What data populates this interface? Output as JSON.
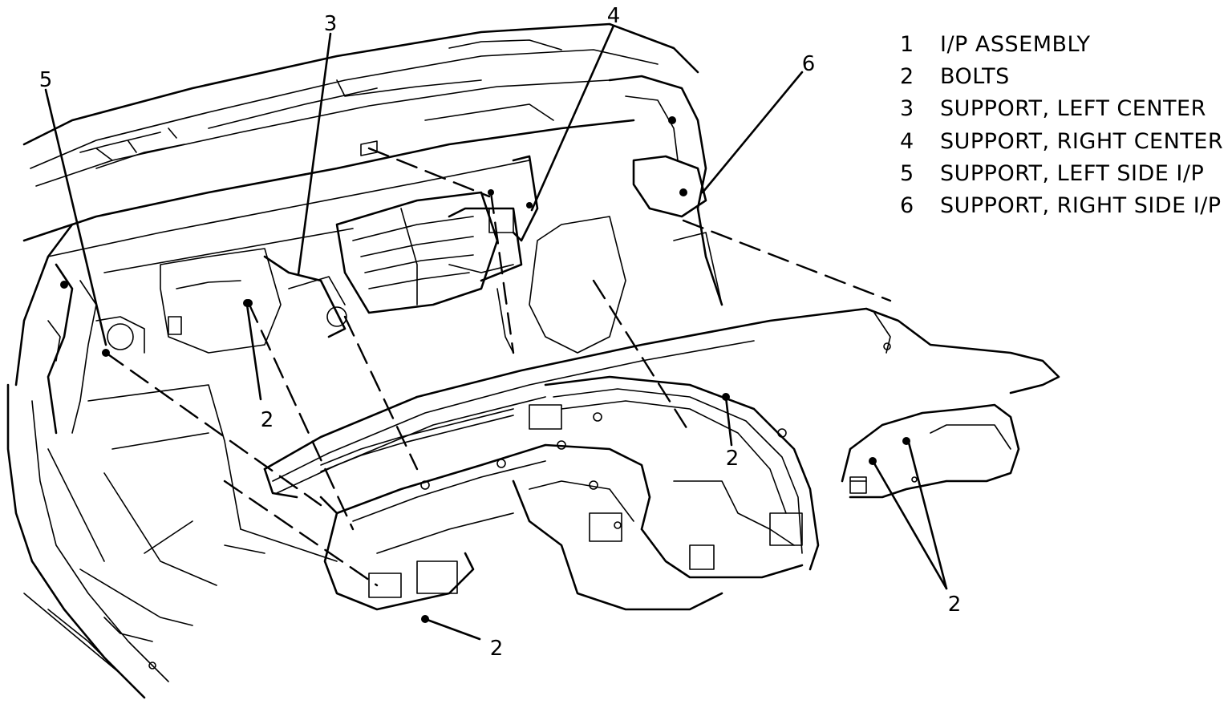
{
  "legend": [
    {
      "num": "1",
      "label": "I/P ASSEMBLY"
    },
    {
      "num": "2",
      "label": "BOLTS"
    },
    {
      "num": "3",
      "label": "SUPPORT, LEFT CENTER"
    },
    {
      "num": "4",
      "label": "SUPPORT, RIGHT CENTER"
    },
    {
      "num": "5",
      "label": "SUPPORT, LEFT SIDE I/P"
    },
    {
      "num": "6",
      "label": "SUPPORT, RIGHT SIDE I/P"
    }
  ],
  "callouts": {
    "c3": "3",
    "c4": "4",
    "c5": "5",
    "c6": "6",
    "bolt_left_center": "2",
    "bolt_center": "2",
    "bolt_lower": "2",
    "bolt_right": "2"
  }
}
